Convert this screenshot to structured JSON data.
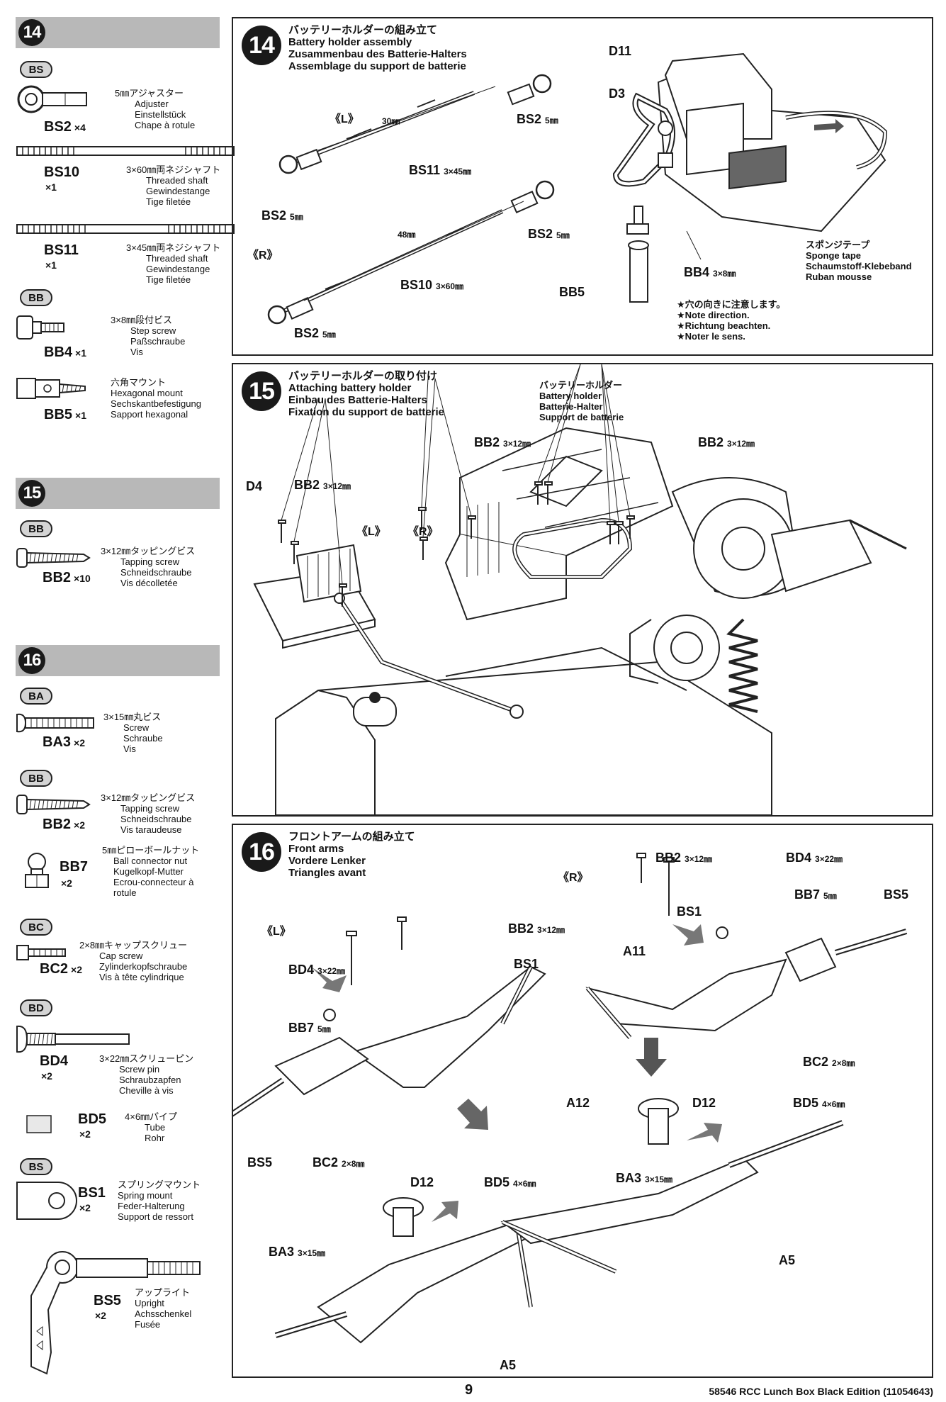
{
  "sidebar": {
    "step14": {
      "number": "14",
      "bags": [
        "BS",
        "BB"
      ],
      "parts": [
        {
          "code": "BS2",
          "qty": "×4",
          "jp": "5㎜アジャスター",
          "lines": [
            "Adjuster",
            "Einstellstück",
            "Chape à rotule"
          ]
        },
        {
          "code": "BS10",
          "qty": "×1",
          "jp": "3×60㎜両ネジシャフト",
          "lines": [
            "Threaded shaft",
            "Gewindestange",
            "Tige filetée"
          ]
        },
        {
          "code": "BS11",
          "qty": "×1",
          "jp": "3×45㎜両ネジシャフト",
          "lines": [
            "Threaded shaft",
            "Gewindestange",
            "Tige filetée"
          ]
        },
        {
          "code": "BB4",
          "qty": "×1",
          "jp": "3×8㎜段付ビス",
          "lines": [
            "Step screw",
            "Paßschraube",
            "Vis"
          ]
        },
        {
          "code": "BB5",
          "qty": "×1",
          "jp": "六角マウント",
          "lines": [
            "Hexagonal mount",
            "Sechskantbefestigung",
            "Sapport hexagonal"
          ]
        }
      ]
    },
    "step15": {
      "number": "15",
      "bags": [
        "BB"
      ],
      "parts": [
        {
          "code": "BB2",
          "qty": "×10",
          "jp": "3×12㎜タッピングビス",
          "lines": [
            "Tapping screw",
            "Schneidschraube",
            "Vis décolletée"
          ]
        }
      ]
    },
    "step16": {
      "number": "16",
      "bags": [
        "BA",
        "BB",
        "BC",
        "BD",
        "BS"
      ],
      "parts": [
        {
          "code": "BA3",
          "qty": "×2",
          "jp": "3×15㎜丸ビス",
          "lines": [
            "Screw",
            "Schraube",
            "Vis"
          ]
        },
        {
          "code": "BB2",
          "qty": "×2",
          "jp": "3×12㎜タッピングビス",
          "lines": [
            "Tapping screw",
            "Schneidschraube",
            "Vis taraudeuse"
          ]
        },
        {
          "code": "BB7",
          "qty": "×2",
          "jp": "5㎜ピローボールナット",
          "lines": [
            "Ball connector nut",
            "Kugelkopf-Mutter",
            "Ecrou-connecteur à",
            "rotule"
          ]
        },
        {
          "code": "BC2",
          "qty": "×2",
          "jp": "2×8㎜キャップスクリュー",
          "lines": [
            "Cap screw",
            "Zylinderkopfschraube",
            "Vis à tête cylindrique"
          ]
        },
        {
          "code": "BD4",
          "qty": "×2",
          "jp": "3×22㎜スクリューピン",
          "lines": [
            "Screw pin",
            "Schraubzapfen",
            "Cheville à vis"
          ]
        },
        {
          "code": "BD5",
          "qty": "×2",
          "jp": "4×6㎜パイプ",
          "lines": [
            "Tube",
            "Rohr"
          ]
        },
        {
          "code": "BS1",
          "qty": "×2",
          "jp": "スプリングマウント",
          "lines": [
            "Spring mount",
            "Feder-Halterung",
            "Support de ressort"
          ]
        },
        {
          "code": "BS5",
          "qty": "×2",
          "jp": "アップライト",
          "lines": [
            "Upright",
            "Achsschenkel",
            "Fusée"
          ]
        }
      ]
    }
  },
  "panel14": {
    "number": "14",
    "title": [
      "バッテリーホルダーの組み立て",
      "Battery holder assembly",
      "Zusammenbau des Batterie-Halters",
      "Assemblage du support de batterie"
    ],
    "left": "《L》",
    "right": "《R》",
    "dim_l": "30㎜",
    "dim_r": "48㎜",
    "labels": {
      "bs2_a": "BS2",
      "bs2_b": "BS2",
      "bs2_c": "BS2",
      "bs2_d": "BS2",
      "mm5": "5㎜",
      "bs11": "BS11",
      "bs11_size": "3×45㎜",
      "bs10": "BS10",
      "bs10_size": "3×60㎜",
      "d11": "D11",
      "d3": "D3",
      "bb4": "BB4",
      "bb4_size": "3×8㎜",
      "bb5": "BB5"
    },
    "sponge": [
      "スポンジテープ",
      "Sponge tape",
      "Schaumstoff-Klebeband",
      "Ruban mousse"
    ],
    "note": [
      "★穴の向きに注意します。",
      "★Note direction.",
      "★Richtung beachten.",
      "★Noter le sens."
    ]
  },
  "panel15": {
    "number": "15",
    "title": [
      "バッテリーホルダーの取り付け",
      "Attaching battery holder",
      "Einbau des Batterie-Halters",
      "Fixation du support de batterie"
    ],
    "holder": [
      "バッテリーホルダー",
      "Battery holder",
      "Batterie-Halter",
      "Support de batterie"
    ],
    "labels": {
      "bb2": "BB2",
      "size": "3×12㎜",
      "d4": "D4",
      "left": "《L》",
      "right": "《R》"
    }
  },
  "panel16": {
    "number": "16",
    "title": [
      "フロントアームの組み立て",
      "Front arms",
      "Vordere Lenker",
      "Triangles avant"
    ],
    "labels": {
      "left": "《L》",
      "right": "《R》",
      "bb2": "BB2",
      "bb2_size": "3×12㎜",
      "bd4": "BD4",
      "bd4_size": "3×22㎜",
      "bb7": "BB7",
      "bb7_size": "5㎜",
      "bs1": "BS1",
      "bs5": "BS5",
      "a11": "A11",
      "a12": "A12",
      "bc2": "BC2",
      "bc2_size": "2×8㎜",
      "d12": "D12",
      "bd5": "BD5",
      "bd5_size": "4×6㎜",
      "ba3": "BA3",
      "ba3_size": "3×15㎜",
      "a5": "A5"
    }
  },
  "footer": {
    "page": "9",
    "model": "58546  RCC Lunch Box Black Edition (11054643)"
  }
}
